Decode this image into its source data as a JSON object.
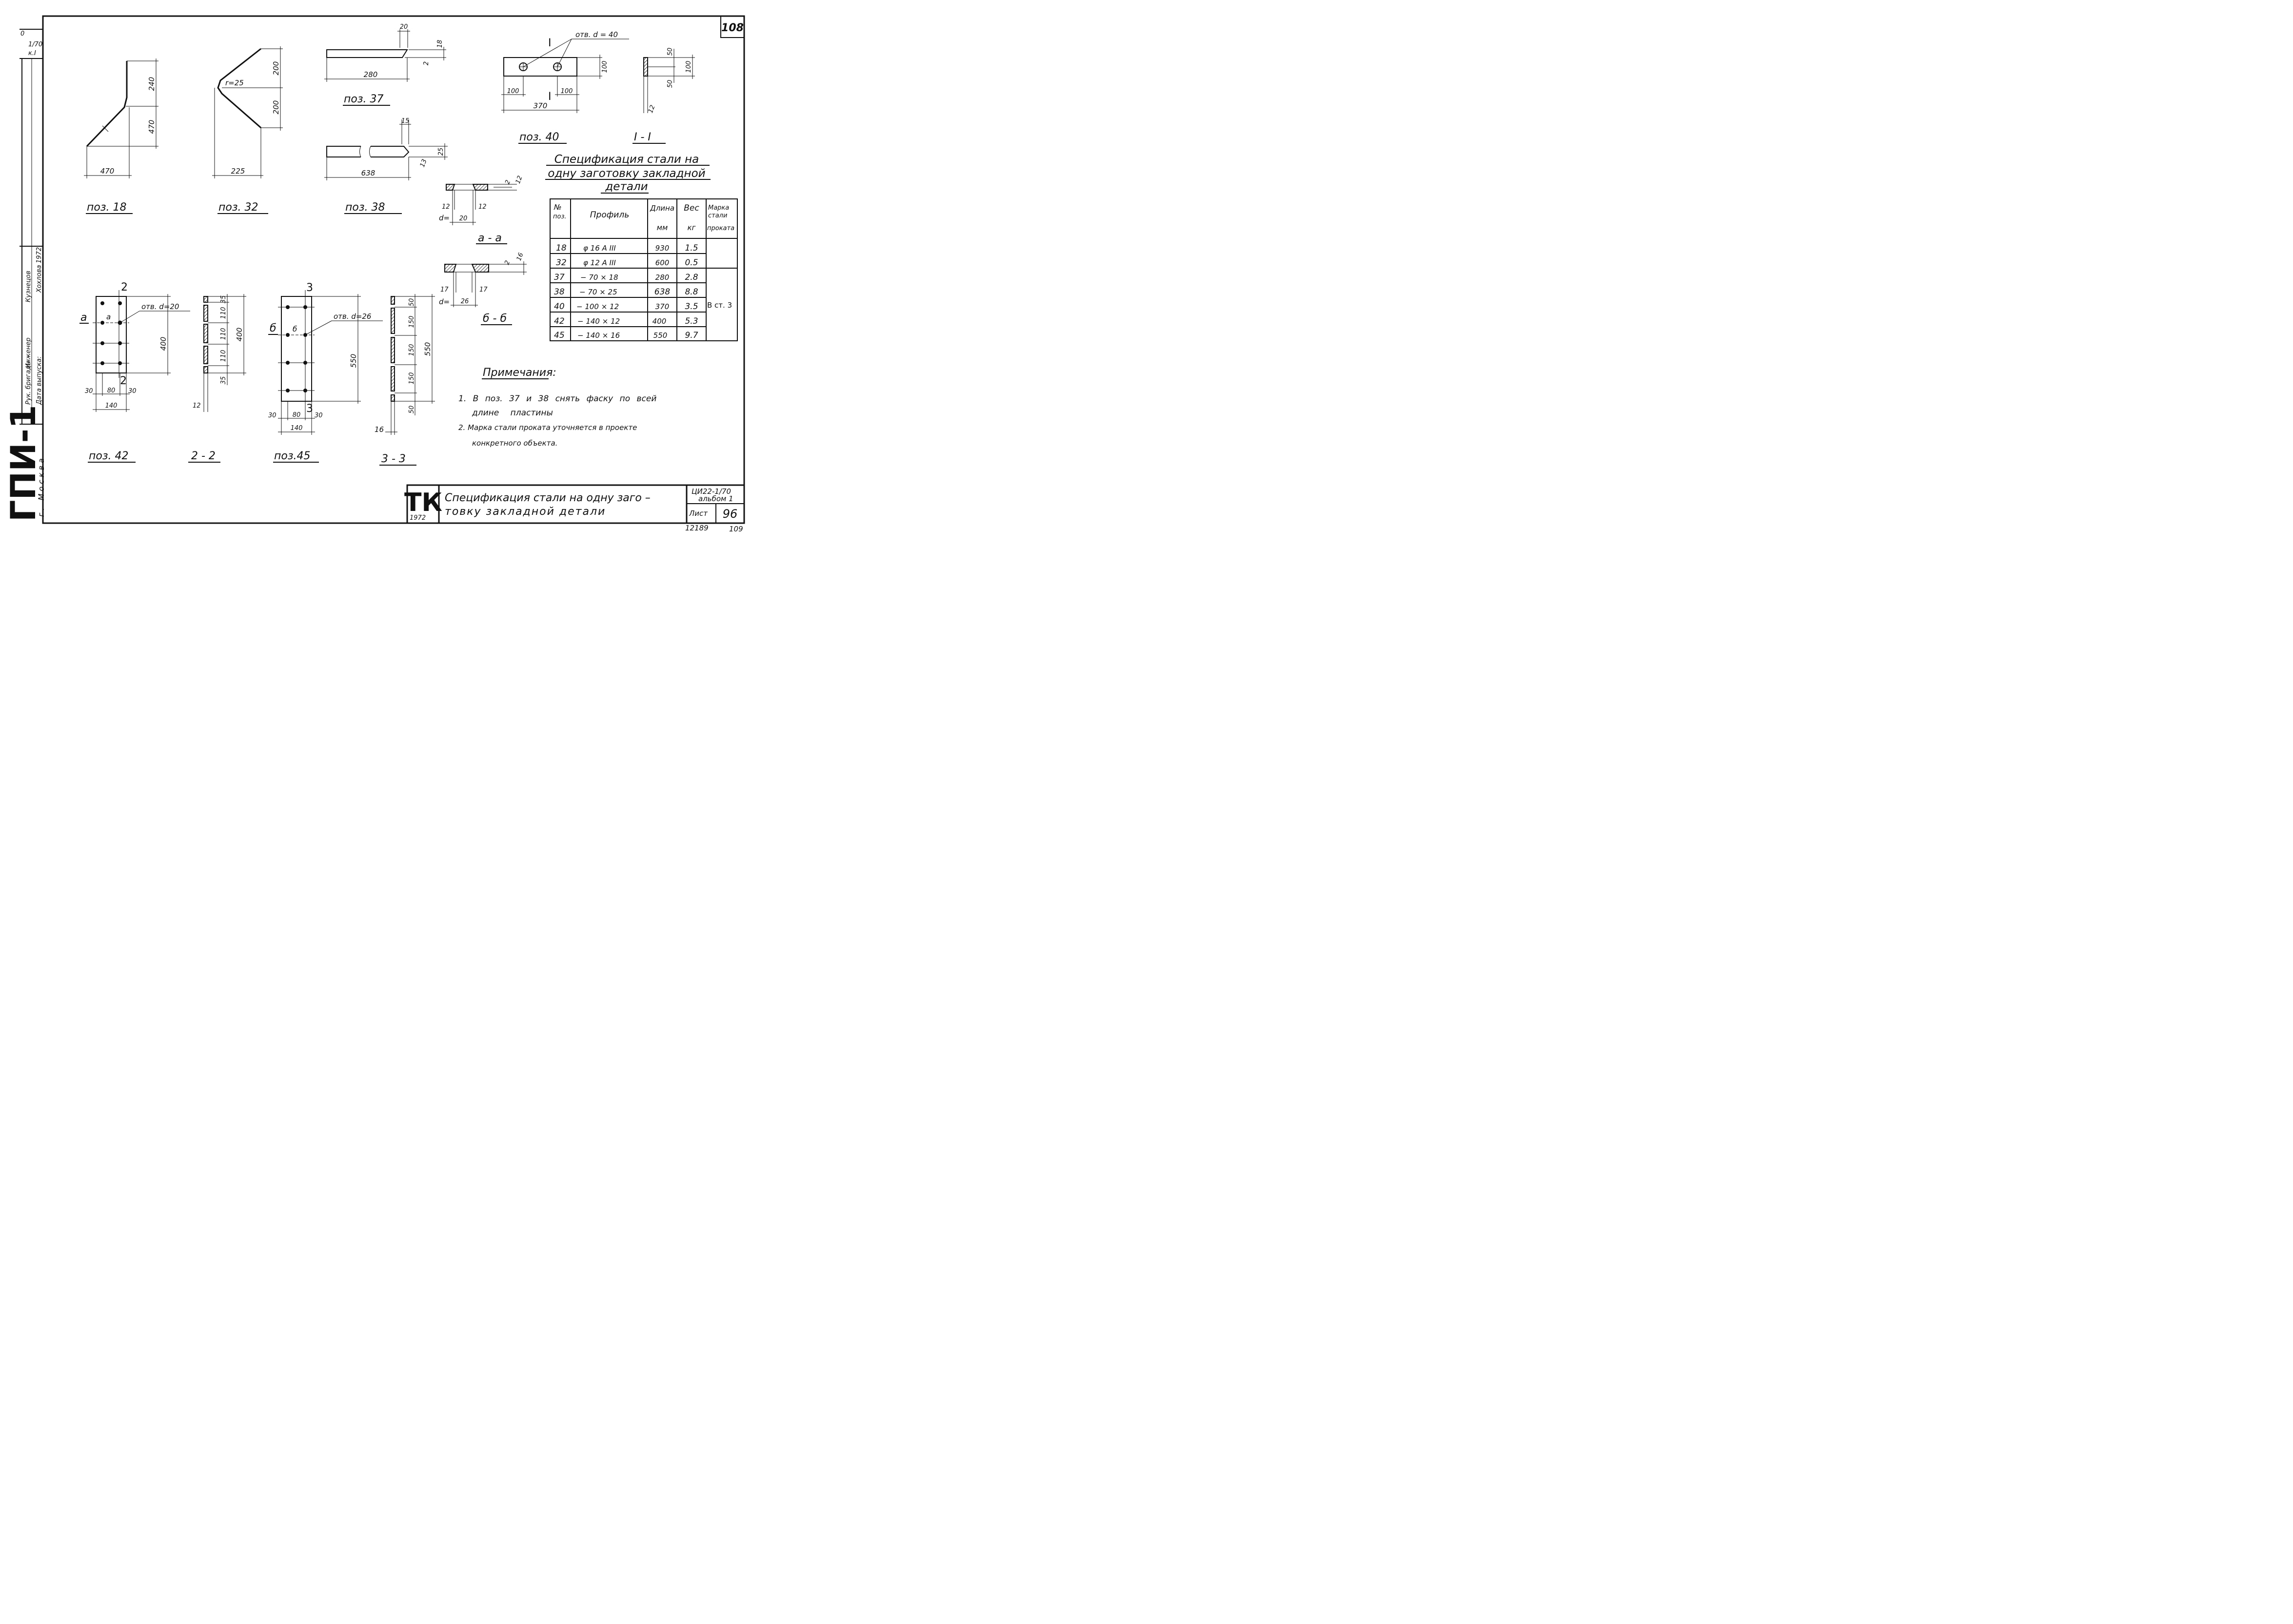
{
  "sheet": {
    "number": "108",
    "footer_left": "12189",
    "footer_right": "109"
  },
  "left_margin": {
    "top_stamp": [
      "0",
      "1/70",
      "к.I"
    ],
    "roles": [
      "Рук. бригады",
      "Инженер",
      "Дата выпуска:"
    ],
    "names": [
      "Кузнецов",
      "Хохлова",
      "1972"
    ],
    "org": "ГПИ-1",
    "city": "г. Москва"
  },
  "parts": {
    "p18": {
      "title": "поз. 18",
      "dims": [
        "240",
        "470",
        "470"
      ]
    },
    "p32": {
      "title": "поз. 32",
      "dims": [
        "200",
        "200",
        "225",
        "r=25"
      ]
    },
    "p37": {
      "title": "поз. 37",
      "dims": [
        "20",
        "18",
        "2",
        "280"
      ]
    },
    "p38": {
      "title": "поз. 38",
      "dims": [
        "15",
        "25",
        "13",
        "638"
      ]
    },
    "p40": {
      "title": "поз. 40",
      "hole": "отв. d = 40",
      "dims": [
        "100",
        "100",
        "100",
        "370"
      ],
      "cut": "I"
    },
    "sec11": {
      "title": "I - I",
      "dims": [
        "50",
        "50",
        "100",
        "12"
      ]
    },
    "secaa": {
      "title": "а - а",
      "dims": [
        "2",
        "12",
        "12",
        "12",
        "20"
      ],
      "d": "d="
    },
    "secbb": {
      "title": "б - б",
      "dims": [
        "2",
        "16",
        "17",
        "17",
        "26"
      ],
      "d": "d="
    },
    "p42": {
      "title": "поз. 42",
      "hole": "отв. d=20",
      "cut_a": "а",
      "cut": [
        "2",
        "2"
      ],
      "dims": [
        "400",
        "30",
        "80",
        "30",
        "140"
      ]
    },
    "s22": {
      "title": "2 - 2",
      "dims": [
        "35",
        "110",
        "110",
        "110",
        "35",
        "400",
        "12"
      ]
    },
    "p45": {
      "title": "поз.45",
      "hole": "отв. d=26",
      "cut_b": "б",
      "cut": [
        "3",
        "3"
      ],
      "dims": [
        "550",
        "30",
        "80",
        "30",
        "140"
      ]
    },
    "s33": {
      "title": "3 - 3",
      "dims": [
        "50",
        "150",
        "150",
        "150",
        "50",
        "550",
        "16"
      ]
    }
  },
  "spec": {
    "title": [
      "Спецификация стали на",
      "одну заготовку закладной",
      "детали"
    ],
    "headers": {
      "pos": [
        "№",
        "поз."
      ],
      "profile": "Профиль",
      "length": [
        "Длина",
        "мм"
      ],
      "weight": [
        "Вес",
        "кг"
      ],
      "grade": [
        "Марка",
        "стали",
        "проката"
      ]
    },
    "rows": [
      {
        "pos": "18",
        "profile": "φ 16 А III",
        "length": "930",
        "weight": "1.5"
      },
      {
        "pos": "32",
        "profile": "φ 12 А III",
        "length": "600",
        "weight": "0.5"
      },
      {
        "pos": "37",
        "profile": "− 70 × 18",
        "length": "280",
        "weight": "2.8"
      },
      {
        "pos": "38",
        "profile": "− 70 × 25",
        "length": "638",
        "weight": "8.8"
      },
      {
        "pos": "40",
        "profile": "− 100 × 12",
        "length": "370",
        "weight": "3.5"
      },
      {
        "pos": "42",
        "profile": "− 140 × 12",
        "length": "400",
        "weight": "5.3"
      },
      {
        "pos": "45",
        "profile": "− 140 × 16",
        "length": "550",
        "weight": "9.7"
      }
    ],
    "grade_merged": "В ст. 3"
  },
  "notes": {
    "title": "Примечания:",
    "items": [
      "1. В поз. 37 и 38 снять фаску по всей",
      "длине пластины",
      "2. Марка стали проката уточняется в проекте",
      "конкретного объекта."
    ]
  },
  "title_block": {
    "logo": "ТК",
    "year": "1972",
    "line1": "Спецификация стали на одну заго –",
    "line2": "товку закладной детали",
    "code": "ЦИ22-1/70",
    "album": "альбом 1",
    "sheet_label": "Лист",
    "sheet_no": "96"
  }
}
